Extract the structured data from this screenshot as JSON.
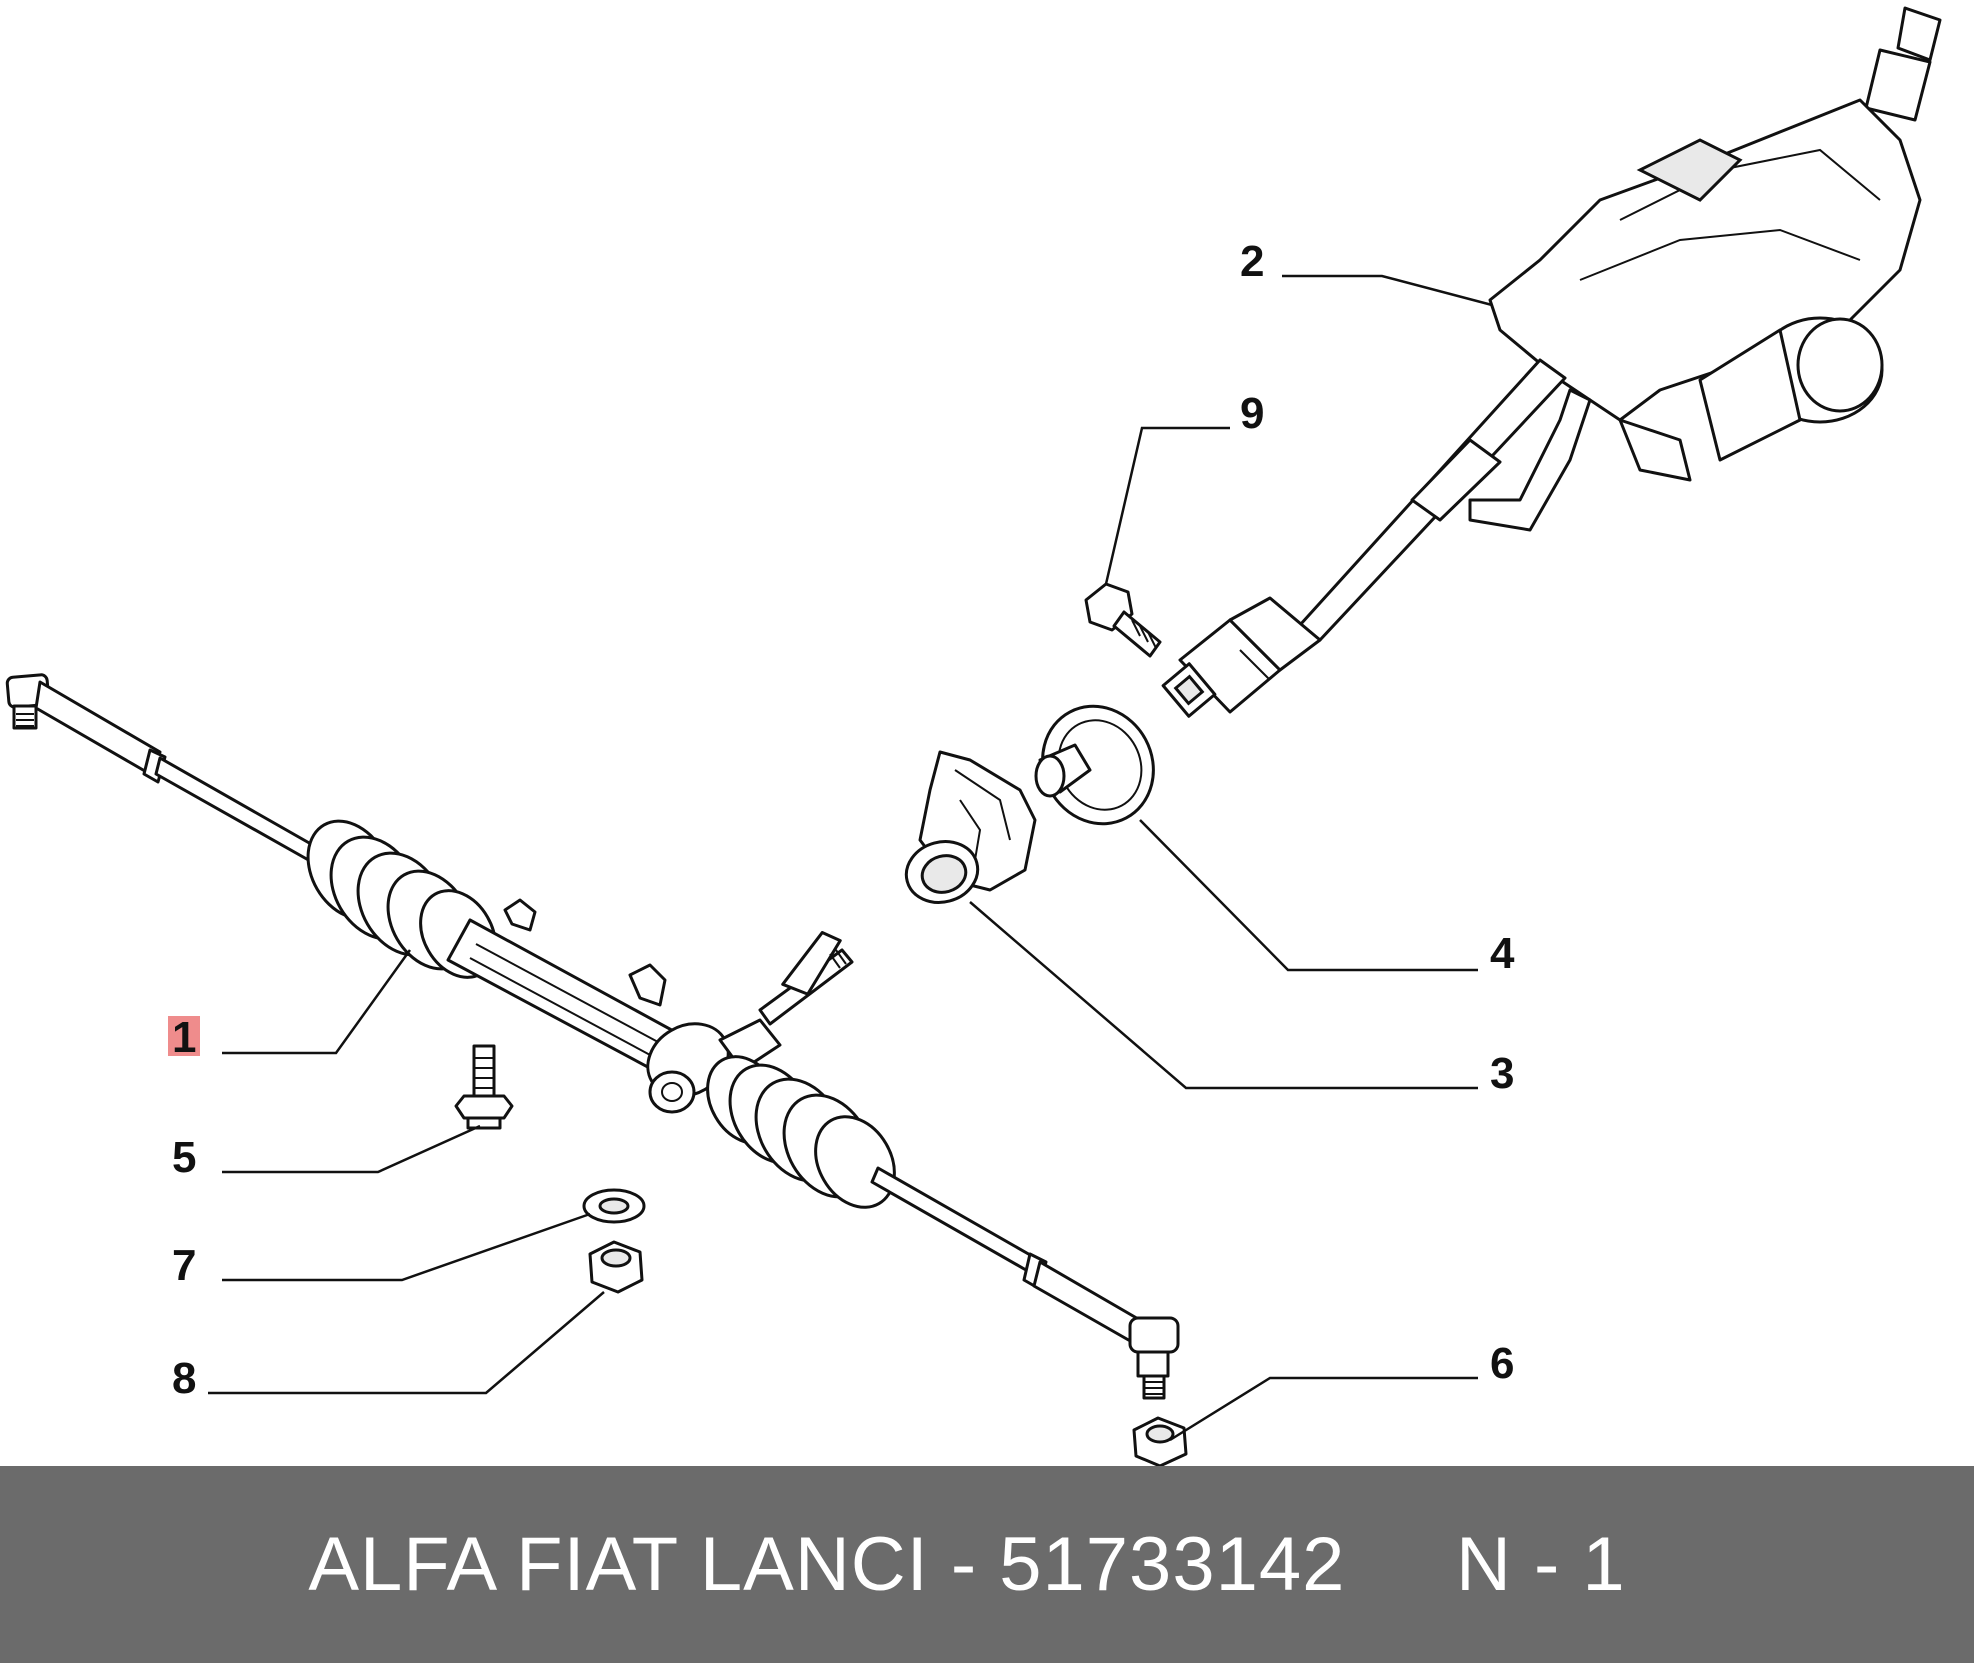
{
  "callouts": [
    {
      "id": "1",
      "label": "1",
      "highlighted": true
    },
    {
      "id": "2",
      "label": "2"
    },
    {
      "id": "3",
      "label": "3"
    },
    {
      "id": "4",
      "label": "4"
    },
    {
      "id": "5",
      "label": "5"
    },
    {
      "id": "6",
      "label": "6"
    },
    {
      "id": "7",
      "label": "7"
    },
    {
      "id": "8",
      "label": "8"
    },
    {
      "id": "9",
      "label": "9"
    }
  ],
  "footer": {
    "text": "ALFA FIAT LANCI - 51733142     N - 1",
    "background_color": "#6b6b6b",
    "text_color": "#ffffff"
  },
  "highlight_color": "#ef8c8c"
}
